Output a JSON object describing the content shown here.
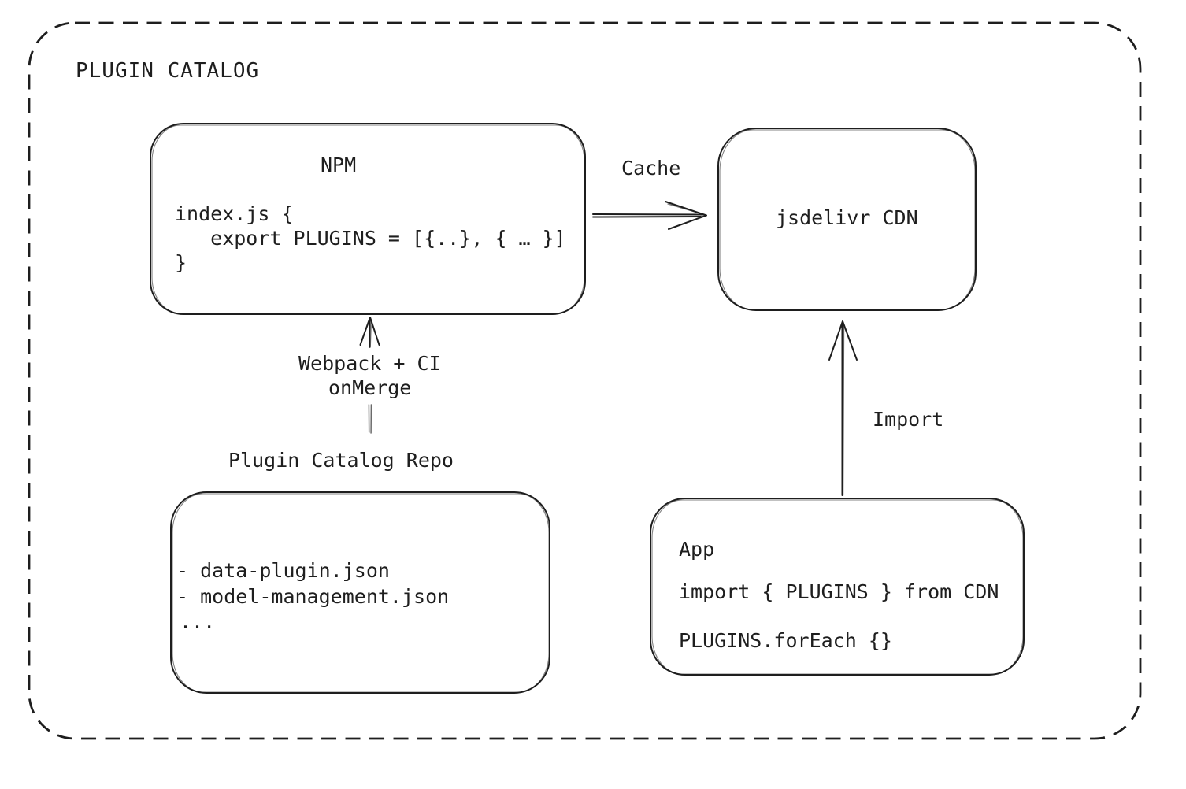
{
  "diagram": {
    "title": "PLUGIN CATALOG",
    "npm": {
      "name": "NPM",
      "code_line1": "index.js {",
      "code_line2": "   export PLUGINS = [{..}, { … }]",
      "code_line3": "}"
    },
    "cdn": {
      "name": "jsdelivr CDN"
    },
    "repo": {
      "name": "Plugin Catalog Repo",
      "file_line1": "- data-plugin.json",
      "file_line2": "- model-management.json",
      "file_line3": "..."
    },
    "app": {
      "name": "App",
      "code_line1": "import { PLUGINS } from CDN",
      "code_line2": "PLUGINS.forEach {}"
    },
    "edges": {
      "cache_label": "Cache",
      "build_label_line1": "Webpack + CI",
      "build_label_line2": "onMerge",
      "import_label": "Import"
    },
    "colors": {
      "stroke": "#1e1e1e",
      "background": "#ffffff",
      "muted_connector": "#6b6b6b"
    }
  }
}
